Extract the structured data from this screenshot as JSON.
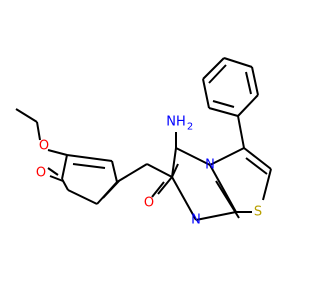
{
  "molecule": {
    "colors": {
      "bond": "#000000",
      "oxygen": "#ff0000",
      "nitrogen": "#0000ff",
      "sulfur": "#b8a000"
    },
    "labels": {
      "ethoxy_oxygen": "O",
      "carbonyl_oxygen_ring": "O",
      "carbonyl_oxygen_pyrimidine": "O",
      "amino_group": "NH",
      "amino_subscript": "2",
      "ring_nitrogen_bridge": "N",
      "ring_nitrogen_lower": "N",
      "sulfur": "S"
    }
  }
}
